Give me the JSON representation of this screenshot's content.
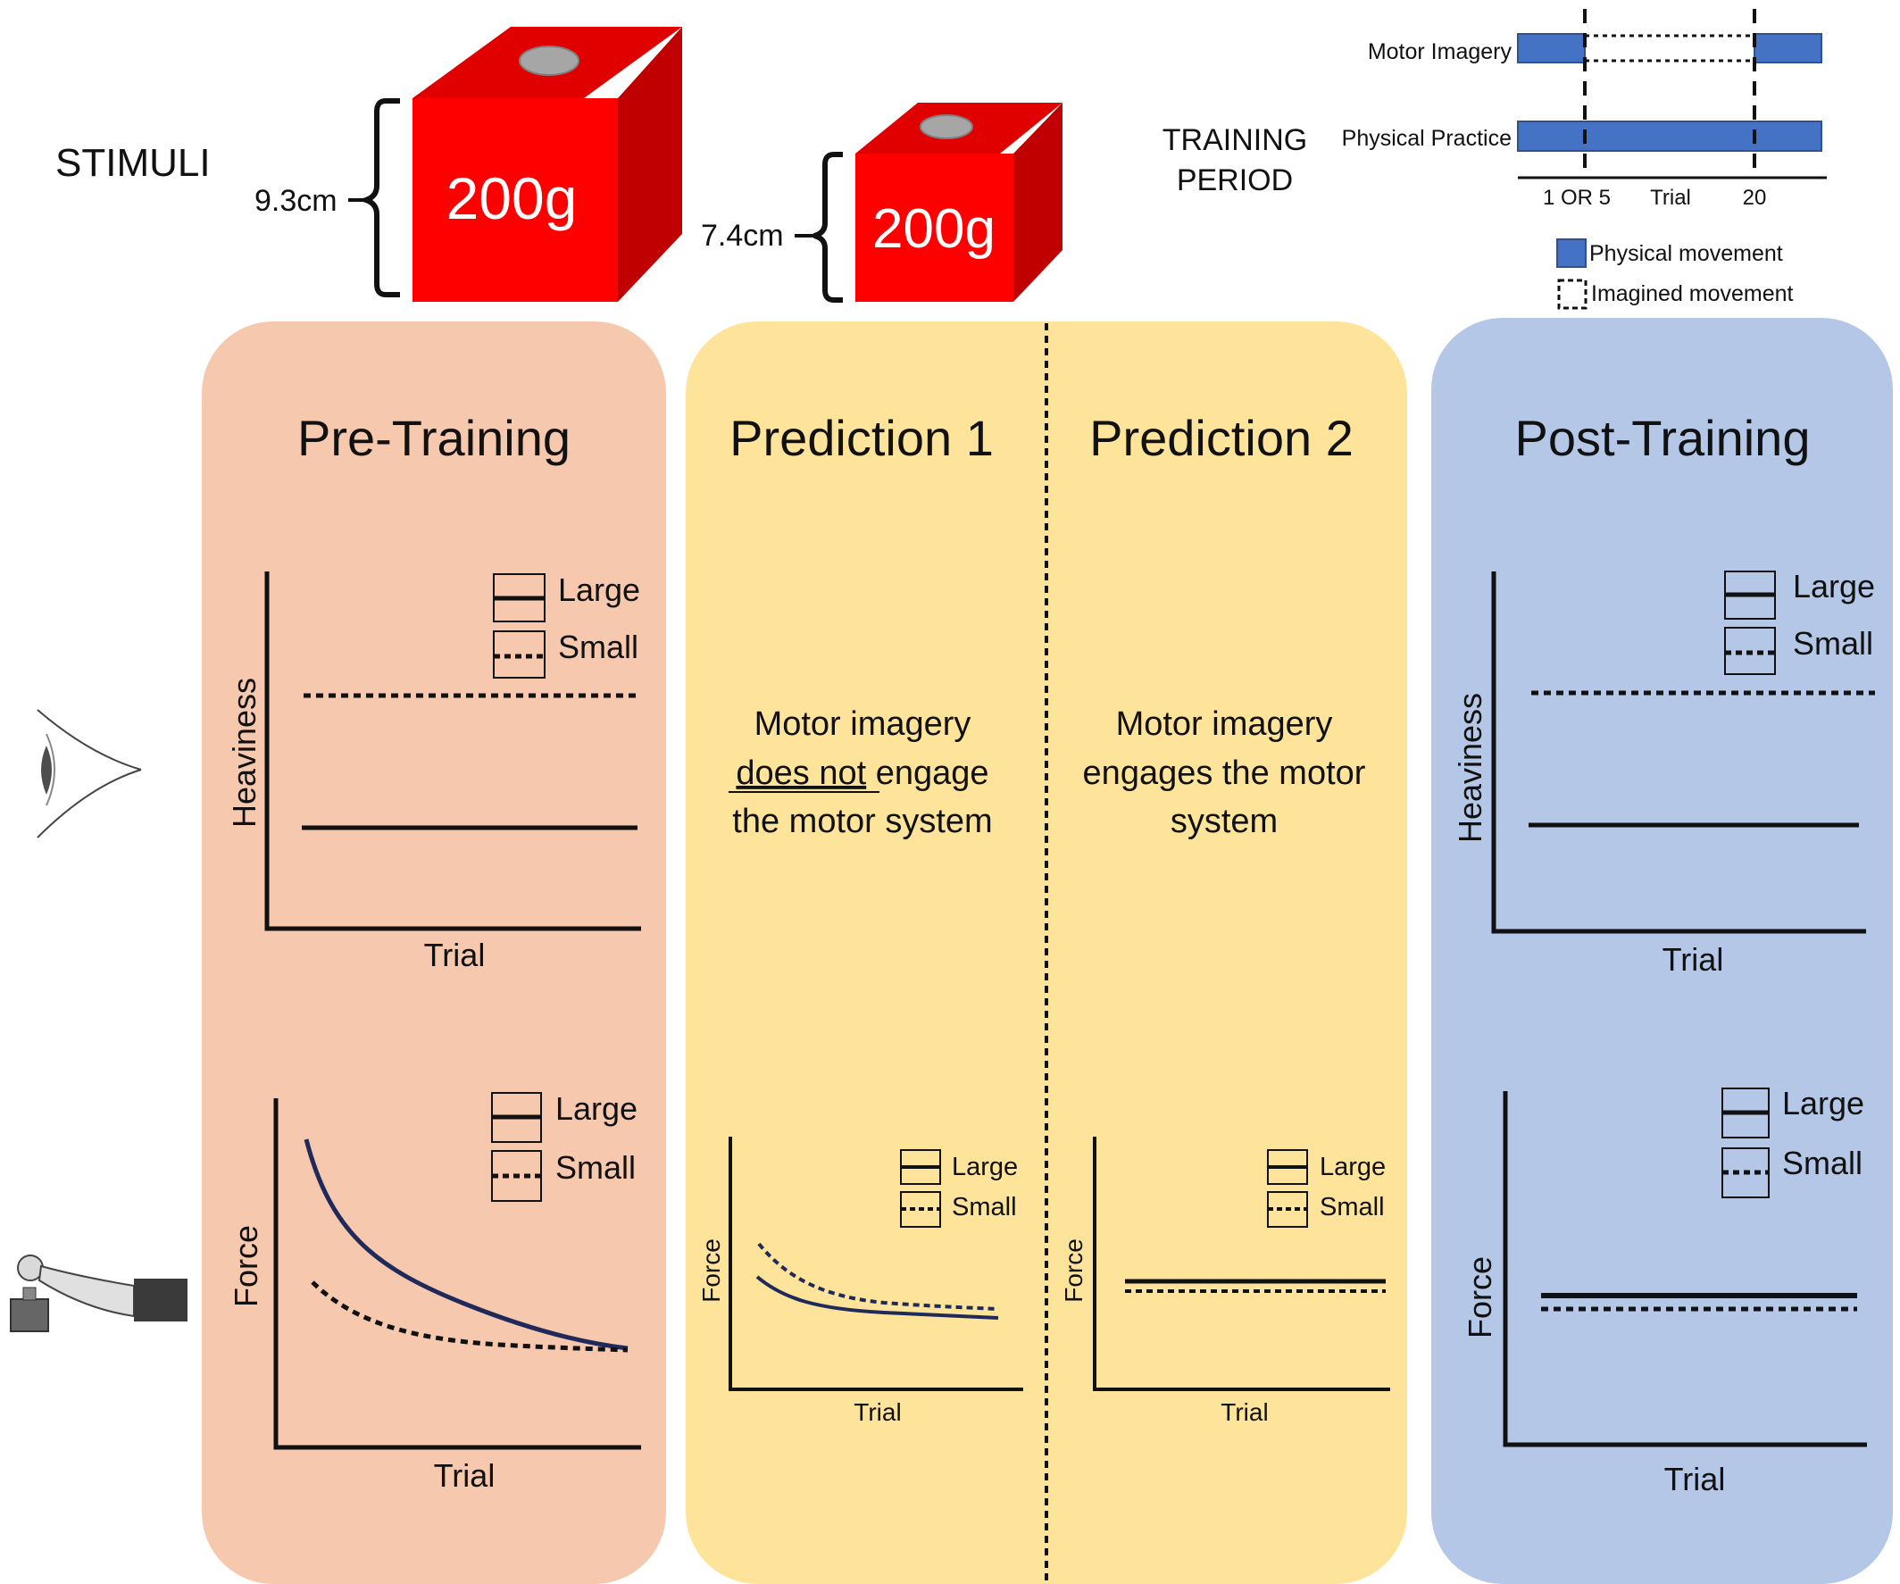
{
  "stimuli": {
    "label": "STIMULI",
    "large_cube": {
      "size_label": "9.3cm",
      "weight_label": "200g"
    },
    "small_cube": {
      "size_label": "7.4cm",
      "weight_label": "200g"
    }
  },
  "training": {
    "title_line1": "TRAINING",
    "title_line2": "PERIOD",
    "rows": [
      {
        "label": "Motor Imagery"
      },
      {
        "label": "Physical Practice"
      }
    ],
    "axis_ticks": [
      "1 OR 5",
      "20"
    ],
    "axis_label": "Trial",
    "legend": [
      {
        "label": "Physical movement",
        "color": "#4472C4"
      },
      {
        "label": "Imagined movement"
      }
    ]
  },
  "panels": {
    "pre": {
      "title": "Pre-Training",
      "color": "#F6C8AE"
    },
    "prediction": {
      "color": "#FEE49A"
    },
    "prediction1": {
      "title": "Prediction 1"
    },
    "prediction2": {
      "title": "Prediction 2"
    },
    "post": {
      "title": "Post-Training",
      "color": "#B4C7E7"
    }
  },
  "predictions": {
    "p1_text": {
      "line1": "Motor imagery",
      "line2a": "does not",
      "line2b": " engage",
      "line3": "the motor system"
    },
    "p2_text": {
      "line1": "Motor imagery",
      "line2": "engages the motor",
      "line3": "system"
    }
  },
  "graphs": {
    "legend_large": "Large",
    "legend_small": "Small",
    "x_label": "Trial",
    "heaviness_label": "Heaviness",
    "force_label": "Force"
  },
  "colors": {
    "cube_front": "#FF0000",
    "cube_side": "#C00000",
    "cube_top": "#E00000",
    "force_curve": "#1F2A5A"
  }
}
